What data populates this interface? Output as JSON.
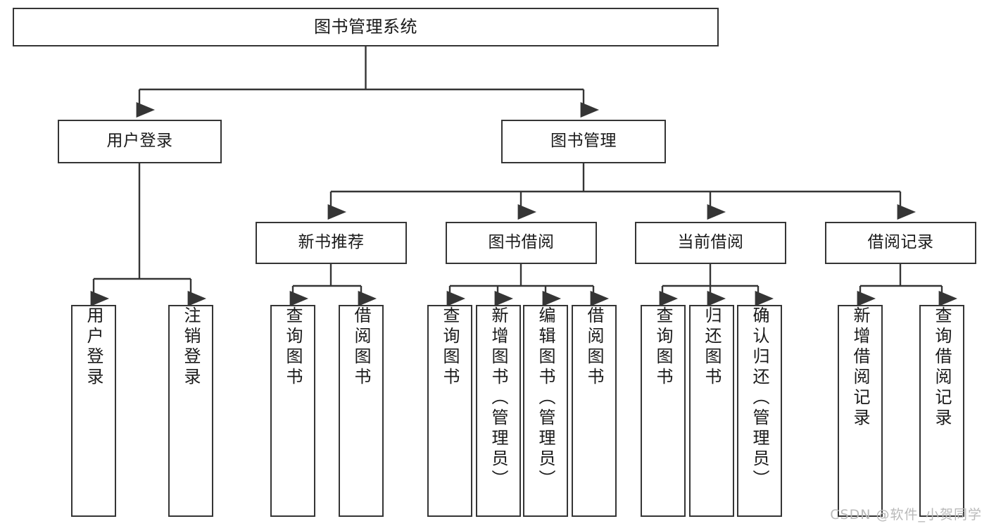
{
  "diagram": {
    "title": "图书管理系统",
    "type": "tree-hierarchy",
    "root": {
      "label": "图书管理系统"
    },
    "level2": [
      {
        "label": "用户登录"
      },
      {
        "label": "图书管理"
      }
    ],
    "level3": [
      {
        "label": "新书推荐"
      },
      {
        "label": "图书借阅"
      },
      {
        "label": "当前借阅"
      },
      {
        "label": "借阅记录"
      }
    ],
    "leaves": {
      "user_login": [
        {
          "label": "用户登录"
        },
        {
          "label": "注销登录"
        }
      ],
      "new_book_recommend": [
        {
          "label": "查询图书"
        },
        {
          "label": "借阅图书"
        }
      ],
      "book_borrow": [
        {
          "label": "查询图书"
        },
        {
          "label": "新增图书（管理员）"
        },
        {
          "label": "编辑图书（管理员）"
        },
        {
          "label": "借阅图书"
        }
      ],
      "current_borrow": [
        {
          "label": "查询图书"
        },
        {
          "label": "归还图书"
        },
        {
          "label": "确认归还（管理员）"
        }
      ],
      "borrow_records": [
        {
          "label": "新增借阅记录"
        },
        {
          "label": "查询借阅记录"
        }
      ]
    }
  },
  "watermark": {
    "text": "CSDN @软件_小贺同学"
  },
  "colors": {
    "stroke": "#353535",
    "text": "#1a1a1a",
    "background": "#ffffff",
    "watermark": "#b9b9b9"
  }
}
